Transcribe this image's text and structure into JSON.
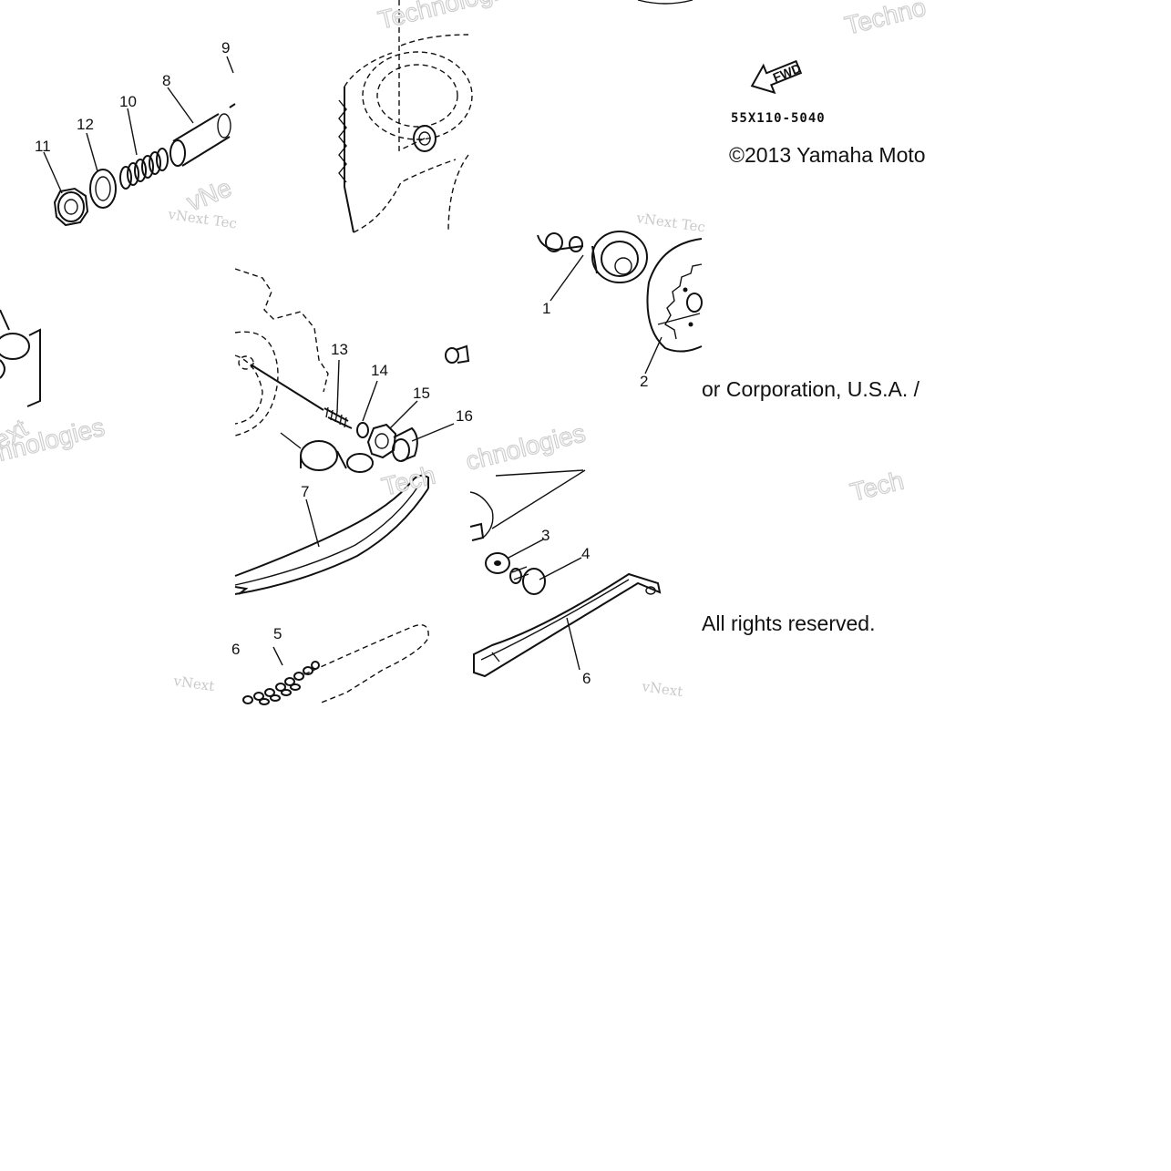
{
  "diagram": {
    "part_code": "55X110-5040",
    "fwd_label": "FWD",
    "copyright_fragments": [
      "©2013 Yamaha Moto",
      "or Corporation, U.S.A. /",
      "All rights reserved."
    ],
    "callouts": [
      "1",
      "2",
      "3",
      "4",
      "5",
      "6",
      "7",
      "8",
      "9",
      "10",
      "11",
      "12",
      "13",
      "14",
      "15",
      "16",
      "6"
    ],
    "watermark_texts": [
      "vNext Tec",
      "vNext Tec",
      "vNext",
      "vNext",
      "Technologies",
      "Techno",
      "Tech",
      "Tech",
      "vNe",
      "ext",
      "hnologies",
      "chnologies"
    ],
    "colors": {
      "ink": "#111111",
      "watermark": "#c9c9c9",
      "background": "#ffffff"
    }
  }
}
